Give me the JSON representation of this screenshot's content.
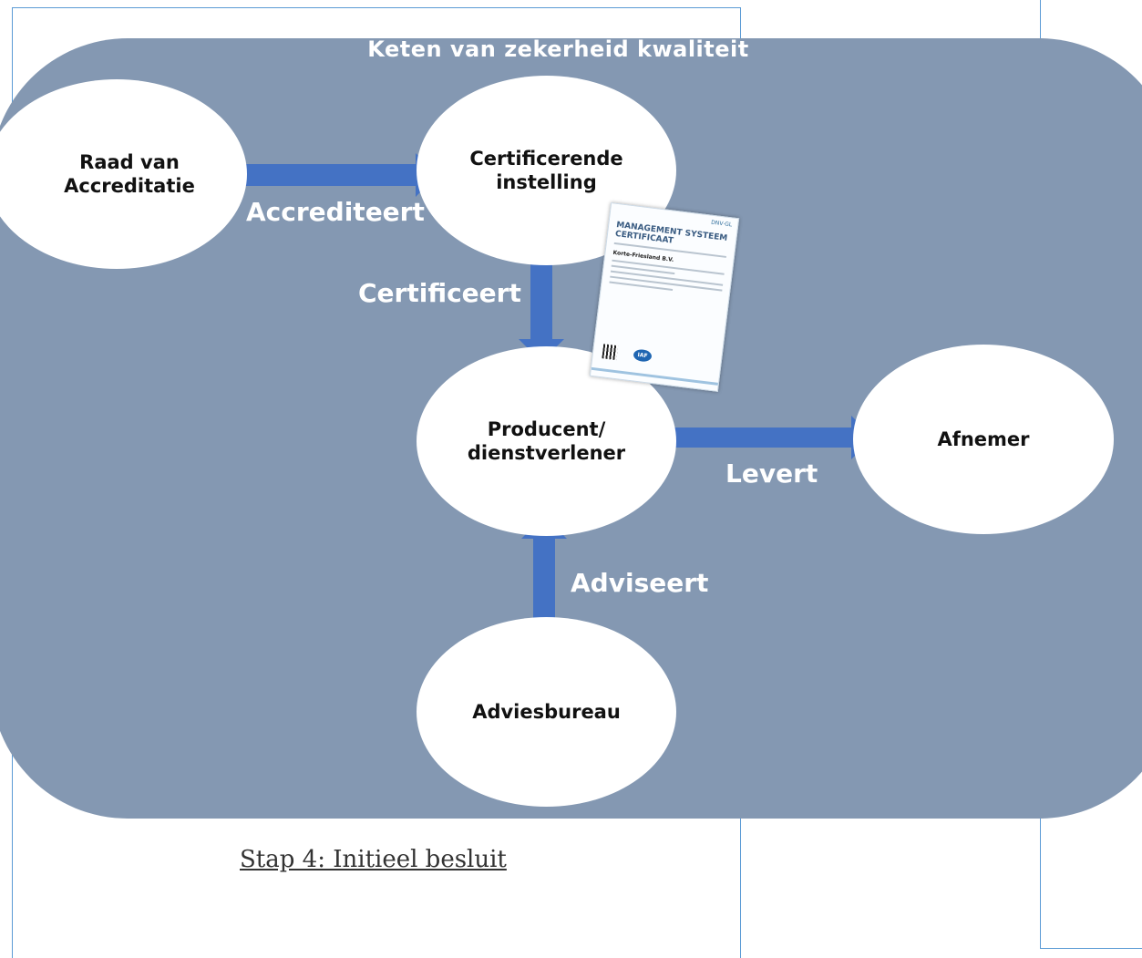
{
  "diagram": {
    "title": "Keten van zekerheid kwaliteit",
    "nodes": {
      "raad": "Raad van\nAccreditatie",
      "certificerende": "Certificerende\ninstelling",
      "producent": "Producent/\ndienstverlener",
      "afnemer": "Afnemer",
      "adviesbureau": "Adviesbureau"
    },
    "edges": {
      "accrediteert": "Accrediteert",
      "certificeert": "Certificeert",
      "levert": "Levert",
      "adviseert": "Adviseert"
    },
    "certificate": {
      "logo": "DNV·GL",
      "heading": "MANAGEMENT SYSTEEM CERTIFICAAT",
      "company": "Korte-Friesland B.V.",
      "badge": "IAF"
    },
    "colors": {
      "panel": "#8498b2",
      "arrow": "#4472c4",
      "frame": "#5b9bd5"
    }
  },
  "caption": "Stap 4: Initieel besluit"
}
